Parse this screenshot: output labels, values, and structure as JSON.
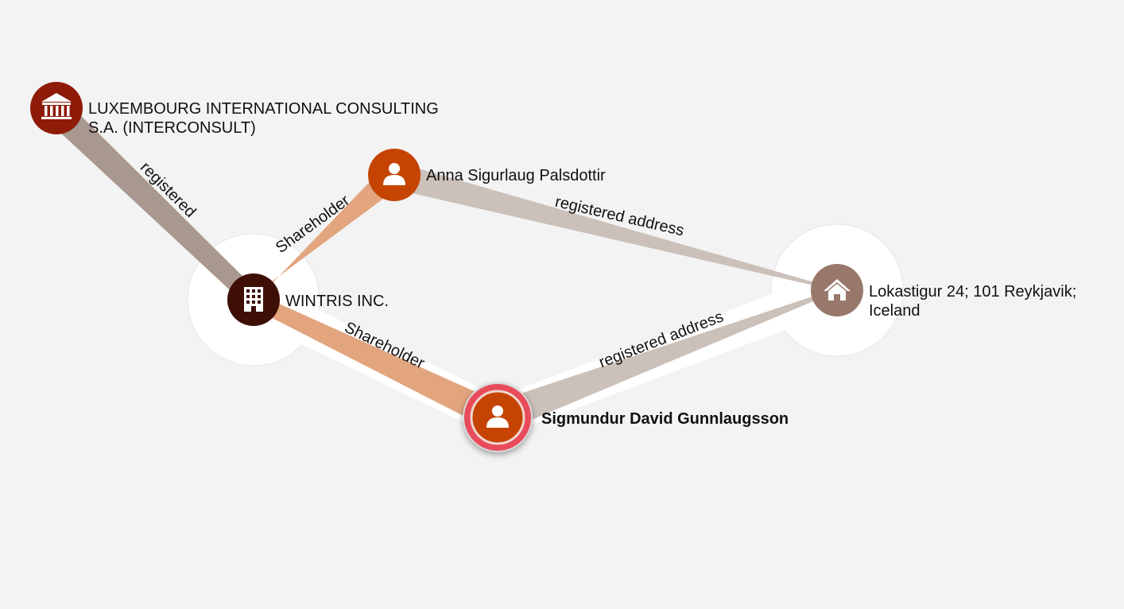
{
  "colors": {
    "background": "#f3f3f3",
    "edge_registered": "#a89890",
    "edge_shareholder": "#e0a078",
    "edge_address": "#c8bdb7",
    "highlight_path": "#ffffff",
    "node_bank": "#8e1b07",
    "node_person": "#c54402",
    "node_company": "#3d0f05",
    "node_address": "#98786b",
    "selected_ring": "#e84b5a"
  },
  "nodes": {
    "luxembourg": {
      "label_line1": "LUXEMBOURG INTERNATIONAL CONSULTING",
      "label_line2": "S.A. (INTERCONSULT)",
      "icon": "bank-icon"
    },
    "anna": {
      "label": "Anna Sigurlaug Palsdottir",
      "icon": "person-icon"
    },
    "wintris": {
      "label": "WINTRIS INC.",
      "icon": "building-icon"
    },
    "lokastigur": {
      "label_line1": "Lokastigur 24; 101 Reykjavik;",
      "label_line2": "Iceland",
      "icon": "home-icon"
    },
    "sigmundur": {
      "label": "Sigmundur David Gunnlaugsson",
      "icon": "person-icon",
      "selected": true
    }
  },
  "edges": {
    "lux_wintris": {
      "label": "registered"
    },
    "anna_wintris": {
      "label": "Shareholder"
    },
    "anna_lokastigur": {
      "label": "registered address"
    },
    "wintris_sigmundur": {
      "label": "Shareholder"
    },
    "sigmundur_lokastigur": {
      "label": "registered address"
    }
  }
}
